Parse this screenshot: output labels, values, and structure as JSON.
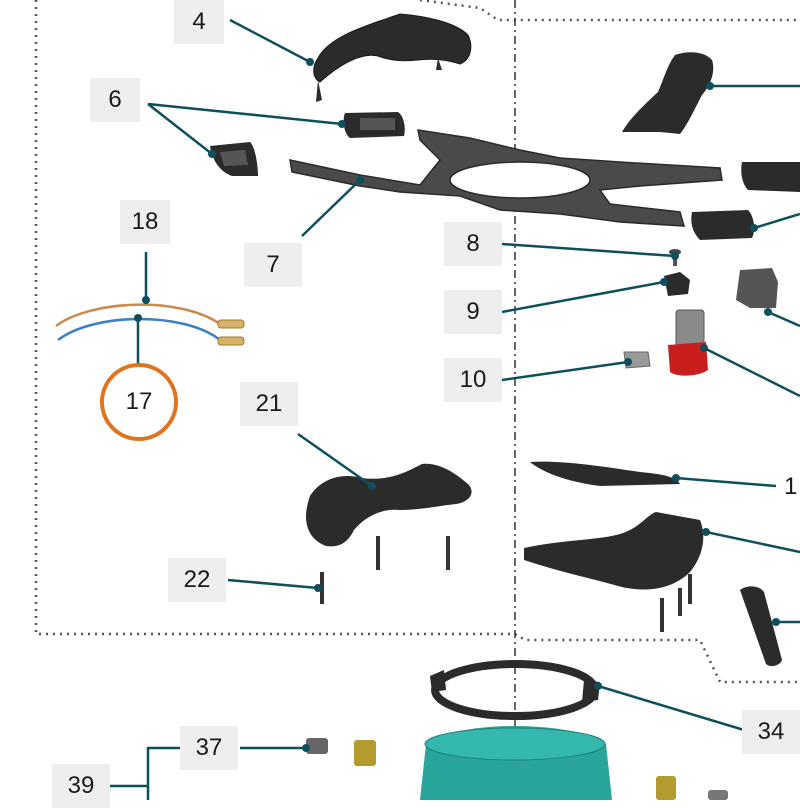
{
  "diagram": {
    "colors": {
      "leader": "#0d4f5c",
      "part_dark": "#2b2b2b",
      "part_mid": "#4a4a4a",
      "highlight": "#e0731e",
      "teal": "#2aa59c",
      "red_part": "#c81e1e",
      "wire_copper": "#c98a4b",
      "wire_blue": "#3b7fc4",
      "brass": "#b59a2e"
    },
    "labels": {
      "l4": "4",
      "l6": "6",
      "l7": "7",
      "l8": "8",
      "l9": "9",
      "l10": "10",
      "l17": "17",
      "l18": "18",
      "l21": "21",
      "l22": "22",
      "l34": "34",
      "l37": "37",
      "l39": "39",
      "l1_partial": "1"
    },
    "highlighted_label": "17"
  }
}
